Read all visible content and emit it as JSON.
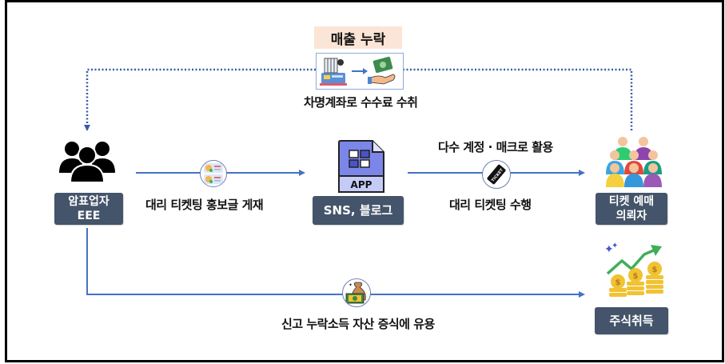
{
  "diagram": {
    "top_flow": {
      "title": "매출 누락",
      "caption": "차명계좌로 수수료 수취",
      "icons": [
        "cash-register-icon",
        "arrow-right-icon",
        "money-hand-icon"
      ]
    },
    "nodes": {
      "vendor": {
        "icon": "group-people-icon",
        "label_line1": "암표업자",
        "label_line2": "EEE"
      },
      "platform": {
        "icon": "app-file-icon",
        "icon_text": "APP",
        "label": "SNS, 블로그"
      },
      "requesters": {
        "icon": "crowd-icon",
        "label_line1": "티켓 예매",
        "label_line2": "의뢰자"
      },
      "stock": {
        "icon": "rising-coins-icon",
        "label": "주식취득"
      }
    },
    "edges": {
      "vendor_to_platform": {
        "icon": "profile-posts-icon",
        "label": "대리 티켓팅 홍보글 게재"
      },
      "platform_to_requesters": {
        "icon": "ticket-icon",
        "icon_text": "TICKET",
        "label_above": "다수 계정 · 매크로 활용",
        "label_below": "대리 티켓팅 수행"
      },
      "vendor_to_stock": {
        "icon": "money-bag-icon",
        "label": "신고 누락소득 자산 증식에 유용"
      }
    },
    "colors": {
      "node_box": "#44546a",
      "arrow": "#4472c4",
      "title_bg": "#fbe5d6",
      "frame": "#000000"
    }
  }
}
